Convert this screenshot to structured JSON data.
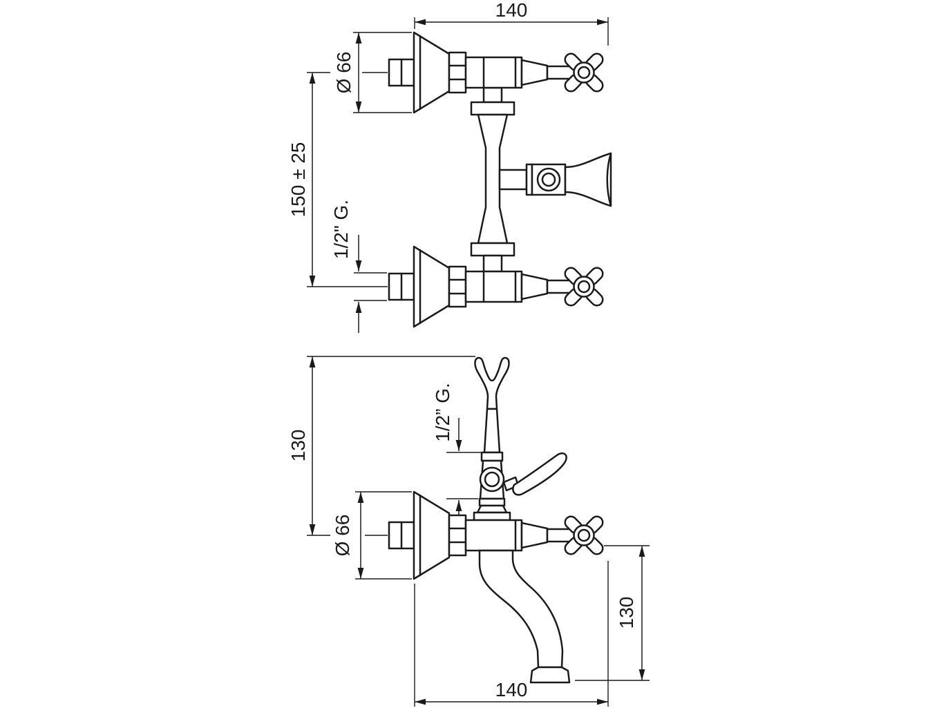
{
  "drawing": {
    "top_view": {
      "dim_width": "140",
      "dim_diameter": "Ø 66",
      "dim_center_distance": "150 ± 25",
      "dim_thread": "1/2\" G."
    },
    "side_view": {
      "dim_height_upper": "130",
      "dim_thread": "1/2” G.",
      "dim_diameter": "Ø 66",
      "dim_height_lower": "130",
      "dim_width": "140"
    },
    "colors": {
      "line": "#1a1a1a",
      "background": "#ffffff"
    }
  }
}
